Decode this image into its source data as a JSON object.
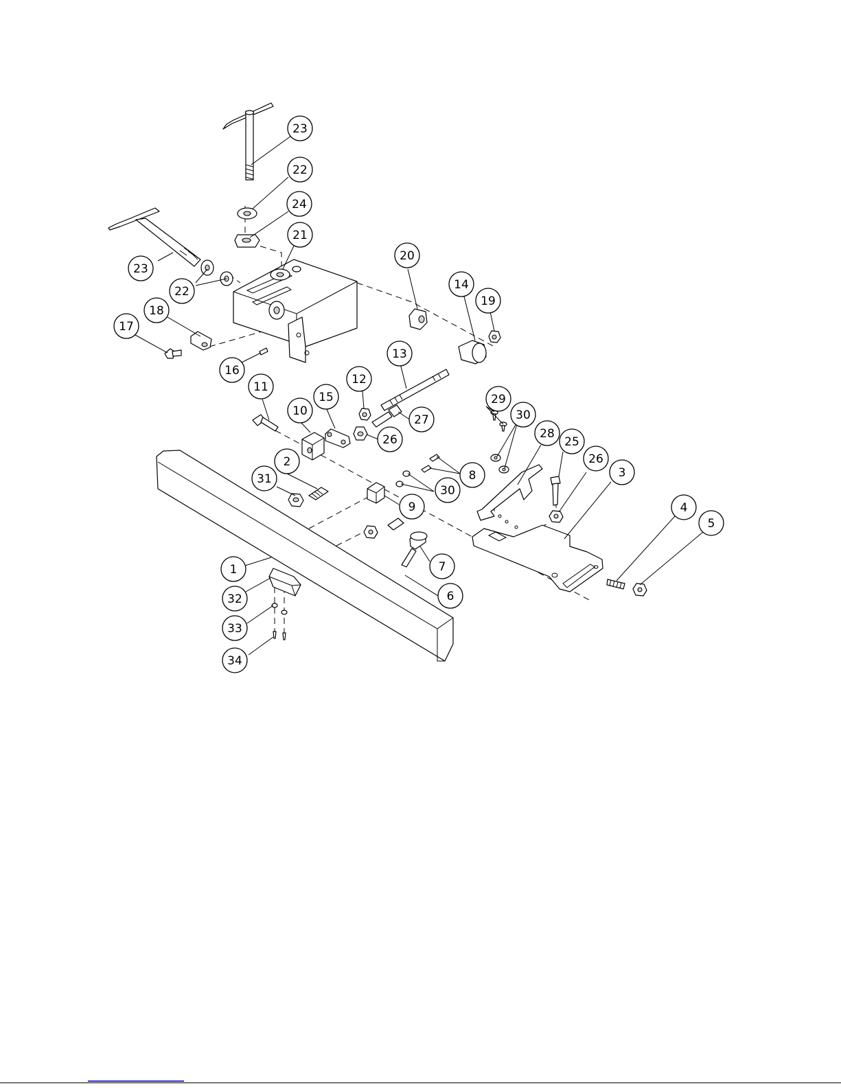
{
  "callouts": [
    {
      "label": "23"
    },
    {
      "label": "22"
    },
    {
      "label": "24"
    },
    {
      "label": "21"
    },
    {
      "label": "23"
    },
    {
      "label": "22"
    },
    {
      "label": "20"
    },
    {
      "label": "14"
    },
    {
      "label": "19"
    },
    {
      "label": "18"
    },
    {
      "label": "17"
    },
    {
      "label": "16"
    },
    {
      "label": "13"
    },
    {
      "label": "12"
    },
    {
      "label": "11"
    },
    {
      "label": "10"
    },
    {
      "label": "15"
    },
    {
      "label": "27"
    },
    {
      "label": "26"
    },
    {
      "label": "29"
    },
    {
      "label": "30"
    },
    {
      "label": "28"
    },
    {
      "label": "25"
    },
    {
      "label": "26"
    },
    {
      "label": "3"
    },
    {
      "label": "2"
    },
    {
      "label": "31"
    },
    {
      "label": "8"
    },
    {
      "label": "30"
    },
    {
      "label": "9"
    },
    {
      "label": "4"
    },
    {
      "label": "5"
    },
    {
      "label": "1"
    },
    {
      "label": "7"
    },
    {
      "label": "32"
    },
    {
      "label": "6"
    },
    {
      "label": "33"
    },
    {
      "label": "34"
    }
  ],
  "colors": {
    "line": "#000000",
    "paper": "#ffffff",
    "footer_link": "#2a2ad8"
  }
}
